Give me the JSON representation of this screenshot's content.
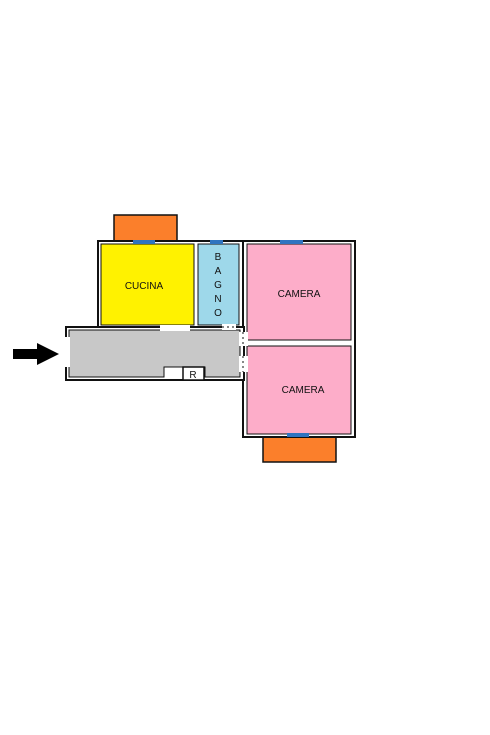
{
  "rooms": {
    "kitchen": {
      "label": "CUCINA",
      "color": "#fff200"
    },
    "bathroom": {
      "label_letters": [
        "B",
        "A",
        "G",
        "N",
        "O"
      ],
      "color": "#9ed8ea"
    },
    "bedroom_top": {
      "label": "CAMERA",
      "color": "#fdadc9"
    },
    "bedroom_bottom": {
      "label": "CAMERA",
      "color": "#fdadc9"
    },
    "hallway": {
      "color": "#c8c8c8"
    },
    "closet": {
      "label": "R",
      "color": "#c8c8c8"
    }
  },
  "balcony_color": "#fb7f2b",
  "window_color": "#2f74c0",
  "wall_color": "#111111",
  "entrance_arrow": {
    "icon": "entrance-arrow-icon",
    "color": "#000000"
  }
}
